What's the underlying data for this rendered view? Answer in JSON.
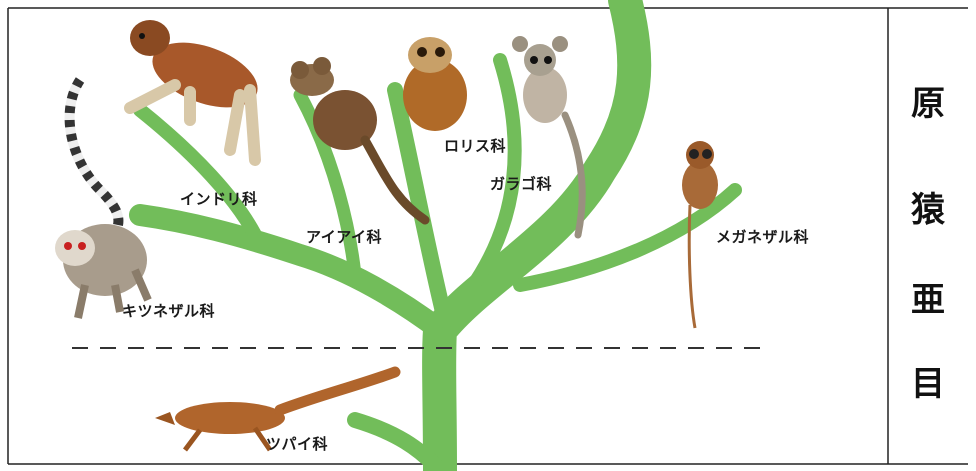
{
  "title": {
    "chars": [
      "原",
      "猿",
      "亜",
      "目"
    ]
  },
  "families": {
    "indri": "インドリ科",
    "aye_aye": "アイアイ科",
    "loris": "ロリス科",
    "galago": "ガラゴ科",
    "tarsier": "メガネザル科",
    "lemur": "キツネザル科",
    "treeshrew": "ツパイ科"
  },
  "colors": {
    "branch": "#72bd5a",
    "frame": "#222222",
    "fur_brown": "#b0652c",
    "fur_dark": "#6b3d1c",
    "fur_light": "#e9d6b8"
  }
}
